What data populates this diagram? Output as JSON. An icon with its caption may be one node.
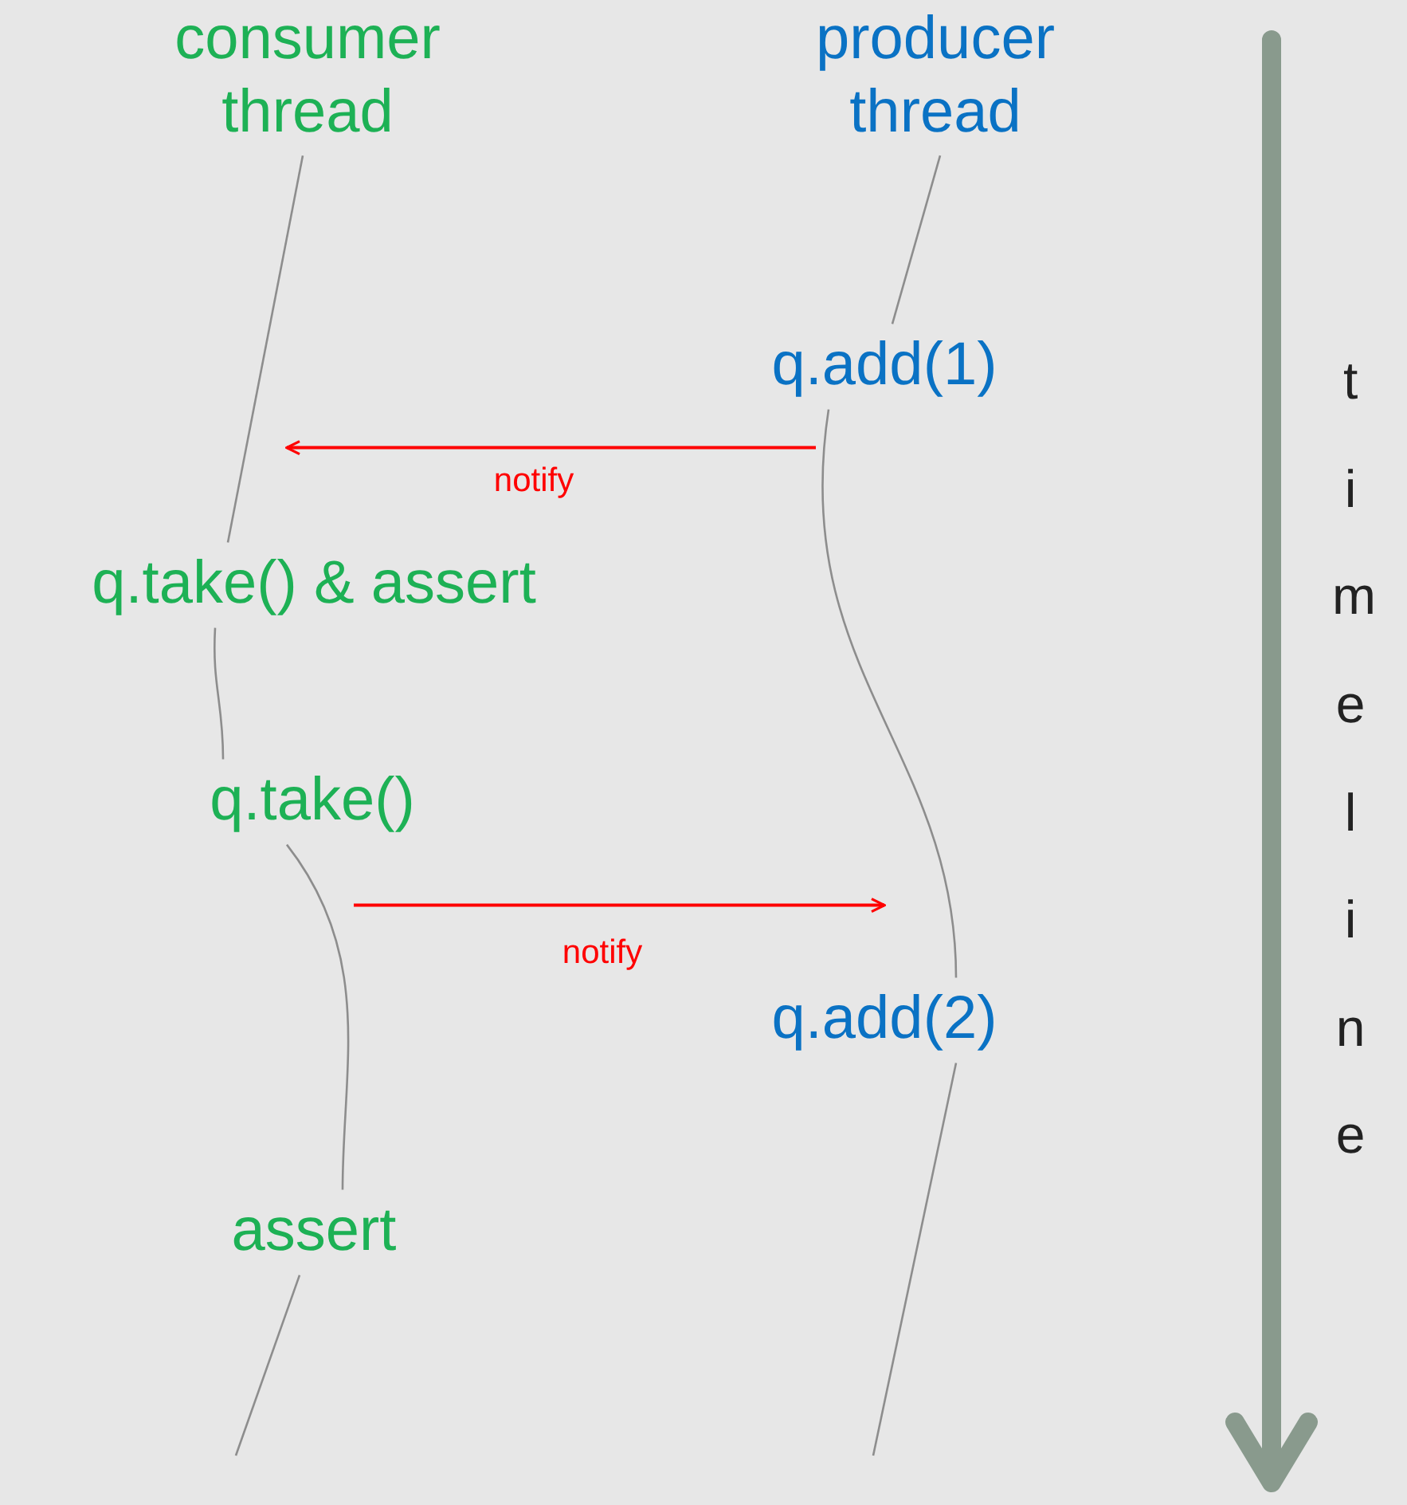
{
  "diagram": {
    "nodes": [
      {
        "text": [
          "consumer thread"
        ]
      },
      {
        "text": [
          "producer thread"
        ]
      },
      {
        "text": [
          "q.add(1)"
        ]
      },
      {
        "text": [
          "q.take() & assert"
        ]
      },
      {
        "text": [
          "q.take()"
        ]
      },
      {
        "text": [
          "q.add(2)"
        ]
      },
      {
        "text": [
          "assert"
        ]
      }
    ],
    "edges": [
      {
        "from": 0,
        "to": 3,
        "arrow": "none"
      },
      {
        "from": 3,
        "to": 4,
        "arrow": "none"
      },
      {
        "from": 4,
        "to": 6,
        "arrow": "none"
      },
      {
        "from": 6,
        "to": null,
        "arrow": "none"
      },
      {
        "from": 1,
        "to": 2,
        "arrow": "none"
      },
      {
        "from": 2,
        "to": 5,
        "arrow": "none"
      },
      {
        "from": 5,
        "to": null,
        "arrow": "none"
      },
      {
        "from": 2,
        "to": null,
        "arrow": "to",
        "label": "notify",
        "color": "#ff0000"
      },
      {
        "from": 4,
        "to": null,
        "arrow": "to",
        "label": "notify",
        "color": "#ff0000"
      }
    ],
    "labels": [
      "timeline"
    ]
  }
}
